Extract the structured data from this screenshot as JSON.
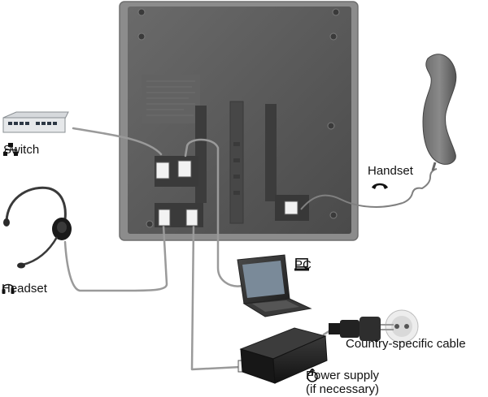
{
  "labels": {
    "switch": "Switch",
    "handset": "Handset",
    "headset": "Headset",
    "pc": "PC",
    "cable": "Country-specific cable",
    "power_line1": "Power supply",
    "power_line2": "(if necessary)"
  },
  "icons": {
    "switch": "network-icon",
    "headset": "headphones-icon",
    "pc": "monitor-icon",
    "power": "power-icon",
    "handset": "handset-icon"
  },
  "colors": {
    "phone_base": "#5b5b5b",
    "phone_frame": "#8c8c8c",
    "cable": "#9a9a9a",
    "device_dark": "#1e1e1e"
  }
}
